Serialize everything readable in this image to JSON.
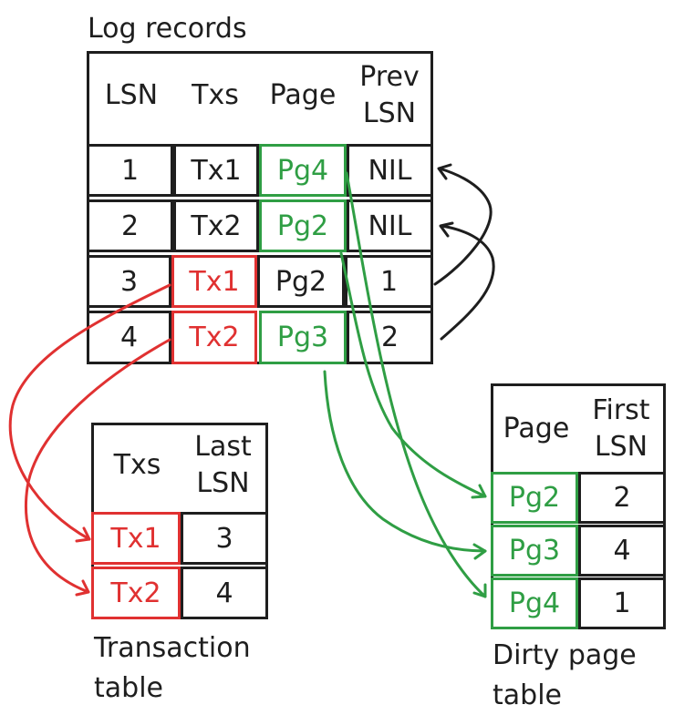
{
  "log_records": {
    "title": "Log records",
    "headers": [
      "LSN",
      "Txs",
      "Page",
      "Prev LSN"
    ],
    "rows": [
      {
        "lsn": "1",
        "tx": "Tx1",
        "page": "Pg4",
        "prev": "NIL",
        "tx_color": "black",
        "page_color": "green"
      },
      {
        "lsn": "2",
        "tx": "Tx2",
        "page": "Pg2",
        "prev": "NIL",
        "tx_color": "black",
        "page_color": "green"
      },
      {
        "lsn": "3",
        "tx": "Tx1",
        "page": "Pg2",
        "prev": "1",
        "tx_color": "red",
        "page_color": "black"
      },
      {
        "lsn": "4",
        "tx": "Tx2",
        "page": "Pg3",
        "prev": "2",
        "tx_color": "red",
        "page_color": "green"
      }
    ]
  },
  "transaction_table": {
    "caption_line1": "Transaction",
    "caption_line2": "table",
    "headers": [
      "Txs",
      "Last LSN"
    ],
    "rows": [
      {
        "tx": "Tx1",
        "last_lsn": "3"
      },
      {
        "tx": "Tx2",
        "last_lsn": "4"
      }
    ]
  },
  "dirty_page_table": {
    "caption_line1": "Dirty page",
    "caption_line2": "table",
    "headers": [
      "Page",
      "First LSN"
    ],
    "rows": [
      {
        "page": "Pg2",
        "first_lsn": "2"
      },
      {
        "page": "Pg3",
        "first_lsn": "4"
      },
      {
        "page": "Pg4",
        "first_lsn": "1"
      }
    ]
  },
  "colors": {
    "ink": "#1e1e1e",
    "red": "#e03131",
    "green": "#2f9e44"
  }
}
